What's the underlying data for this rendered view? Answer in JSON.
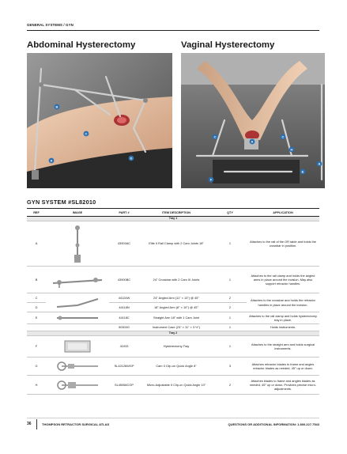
{
  "header": {
    "breadcrumb": "GENERAL SYSTEMS  /  GYN"
  },
  "sections": {
    "abdominal_title": "Abdominal Hysterectomy",
    "vaginal_title": "Vaginal Hysterectomy"
  },
  "callouts": {
    "abdominal": [
      "B",
      "C",
      "D",
      "A"
    ],
    "vaginal": [
      "C",
      "C",
      "A",
      "H",
      "E",
      "F",
      "A"
    ]
  },
  "system": {
    "title": "GYN SYSTEM  #SL82010"
  },
  "table": {
    "headers": [
      "REF",
      "IMAGE",
      "PART #",
      "ITEM DESCRIPTION",
      "QTY",
      "APPLICATION"
    ],
    "tray1_label": "Tray 1",
    "tray2_label": "Tray 2",
    "rows": [
      {
        "ref": "A",
        "part": "43903AC",
        "desc": "Elite II Rail Clamp with 2 Cam Joints 18\"",
        "qty": "1",
        "app": "Attaches to the rail of the OR table and holds the crossbar in position."
      },
      {
        "ref": "B",
        "part": "43900BC",
        "desc": "24\" Crossbar with 2 Cam III Joints",
        "qty": "1",
        "app": "Attaches to the rail clamp and holds the angled arms in place around the incision. May also support retractor handles."
      },
      {
        "ref": "C",
        "part": "44124W",
        "desc": "24\" Angled Arm (11\" × 13\") @ 45°",
        "qty": "2",
        "app": ""
      },
      {
        "ref": "D",
        "part": "44118N",
        "desc": "18\" Angled Arm (8\" × 10\") @ 45°",
        "qty": "2",
        "app": ""
      },
      {
        "ref": "E",
        "part": "44118C",
        "desc": "Straight Arm 18\" with 1 Cam Joint",
        "qty": "1",
        "app": "Attaches to the rail clamp and holds hysterectomy tray in place."
      },
      {
        "ref": "",
        "part": "50300G",
        "desc": "Instrument Case  (23\" × 11\" × 3 ½\")",
        "qty": "1",
        "app": "Holds instruments."
      },
      {
        "ref": "F",
        "part": "41933",
        "desc": "Hysterectomy Tray",
        "qty": "1",
        "app": "Attaches to the straight arm and holds surgical instruments."
      },
      {
        "ref": "G",
        "part": "SL42126WGP",
        "desc": "Cam II Clip-on Quick Angle 8\"",
        "qty": "3",
        "app": "Attaches retractor blades to frame and angles retractor blades as needed, 45° up or down."
      },
      {
        "ref": "H",
        "part": "SL45066CGP",
        "desc": "Micro-Adjustable II Clip-on Quick Angle 10\"",
        "qty": "2",
        "app": "Attaches blades to frame and angles blades as needed, 45° up or down. Provides precise micro-adjustments."
      }
    ],
    "cd_app": "Attaches to the crossbar and holds the retractor handles in place around the incision."
  },
  "footer": {
    "page_number": "36",
    "atlas_title": "THOMPSON RETRACTOR SURGICAL ATLAS",
    "contact": "QUESTIONS OR ADDITIONAL INFORMATION: 1.800.227.7543"
  },
  "colors": {
    "callout_blue": "#2a6fb0",
    "tray_row": "#e8e8e8"
  }
}
